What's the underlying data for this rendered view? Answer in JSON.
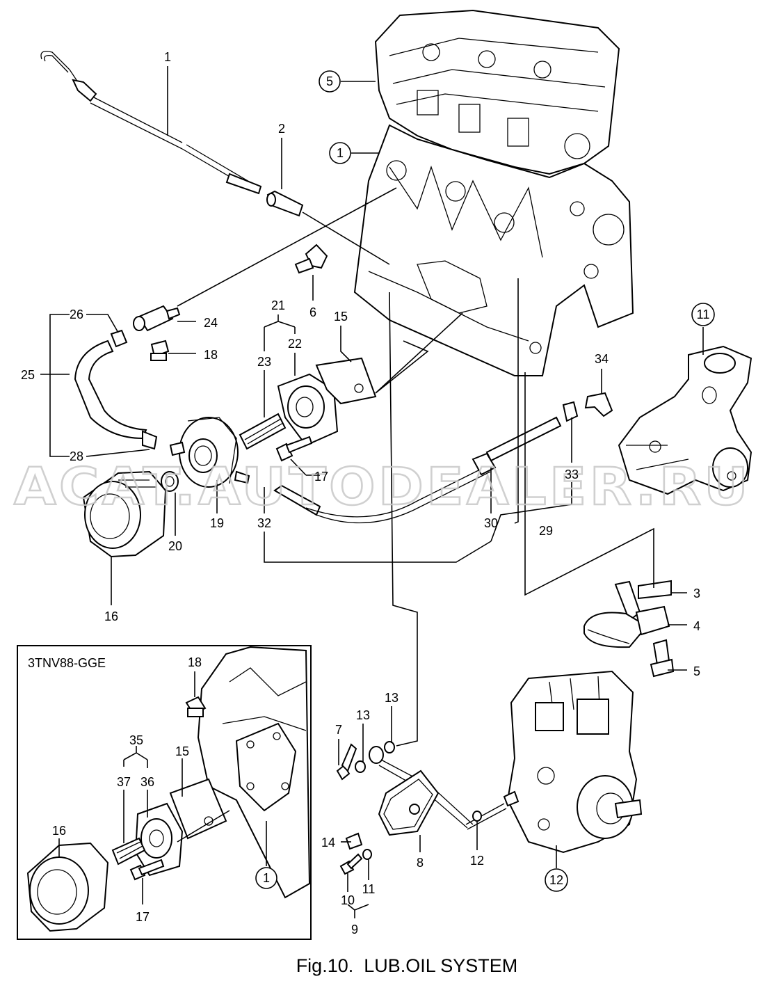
{
  "caption": "Fig.10.  LUB.OIL SYSTEM",
  "inset_title": "3TNV88-GGE",
  "watermark": "ACAT.AUTODEALER.RU",
  "callouts": [
    "1",
    "2",
    "6",
    "21",
    "22",
    "23",
    "15",
    "26",
    "24",
    "18",
    "25",
    "28",
    "17",
    "19",
    "20",
    "16",
    "32",
    "30",
    "33",
    "29",
    "34",
    "3",
    "4",
    "5",
    "18",
    "35",
    "36",
    "37",
    "15",
    "16",
    "17",
    "7",
    "13",
    "13",
    "14",
    "10",
    "11",
    "9",
    "8",
    "12"
  ],
  "circled_callouts": [
    "5",
    "1",
    "11",
    "12",
    "1"
  ],
  "colors": {
    "ink": "#000000",
    "watermark": "#c8c8c8",
    "background": "#ffffff"
  }
}
